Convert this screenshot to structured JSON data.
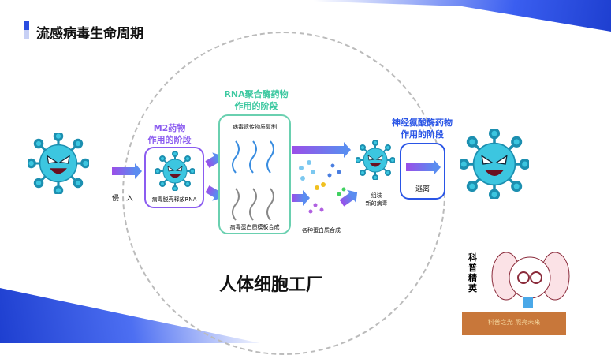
{
  "title": "流感病毒生命周期",
  "stage_m2": {
    "title_line1": "M2药物",
    "title_line2": "作用的阶段",
    "caption": "病毒脱壳释放RNA"
  },
  "stage_rna": {
    "title_line1": "RNA聚合酶药物",
    "title_line2": "作用的阶段",
    "top_caption": "病毒遗传物质复制",
    "bottom_caption": "病毒蛋白质模板合成"
  },
  "stage_na": {
    "title_line1": "神经氨酸酶药物",
    "title_line2": "作用的阶段",
    "box_label": "逃离"
  },
  "enter_label": "侵　入",
  "protein_label": "各种蛋白质合成",
  "assemble_label_line1": "组装",
  "assemble_label_line2": "新的病毒",
  "factory_label": "人体细胞工厂",
  "mascot": {
    "side_text": "科普精英",
    "podium_text": "科普之光 照亮未来"
  },
  "colors": {
    "m2": "#8b5cf0",
    "rna": "#3cc8a0",
    "na": "#2a55e6"
  }
}
